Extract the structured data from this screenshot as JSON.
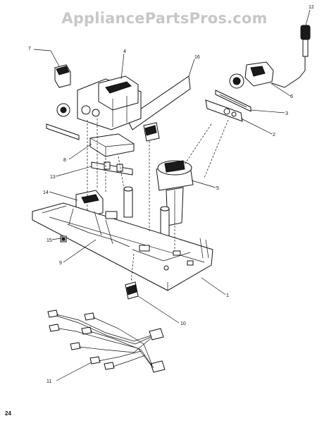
{
  "watermark": "AppliancePartsPros.com",
  "page_number": "24",
  "callouts": {
    "c1": "1",
    "c2": "2",
    "c3": "3",
    "c4": "4",
    "c5": "5",
    "c6": "6",
    "c7": "7",
    "c8": "8",
    "c9": "9",
    "c10": "10",
    "c11": "11",
    "c12": "12",
    "c13": "13",
    "c14": "14",
    "c15": "15",
    "c16": "16"
  }
}
